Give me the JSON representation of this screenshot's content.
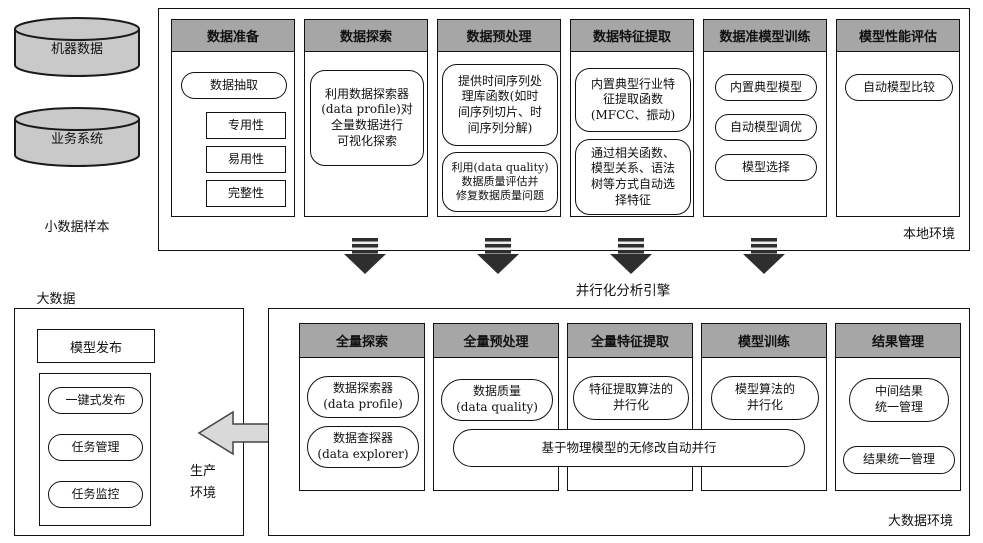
{
  "source": {
    "cylinders": [
      {
        "label": "机器数据"
      },
      {
        "label": "业务系统"
      }
    ],
    "caption": "小数据样本"
  },
  "local_env": {
    "corner_label": "本地环境",
    "columns": [
      {
        "header": "数据准备",
        "items": [
          "数据抽取",
          "专用性",
          "易用性",
          "完整性"
        ]
      },
      {
        "header": "数据探索",
        "items": [
          "利用数据探索器\n(data profile)对\n全量数据进行\n可视化探索"
        ]
      },
      {
        "header": "数据预处理",
        "items": [
          "提供时间序列处\n理库函数(如时\n间序列切片、时\n间序列分解)",
          "利用(data quality)\n数据质量评估并\n修复数据质量问题"
        ]
      },
      {
        "header": "数据特征提取",
        "items": [
          "内置典型行业特\n征提取函数\n(MFCC、振动)",
          "通过相关函数、\n模型关系、语法\n树等方式自动选\n择特征"
        ]
      },
      {
        "header": "数据准模型训练",
        "items": [
          "内置典型模型",
          "自动模型调优",
          "模型选择"
        ]
      },
      {
        "header": "模型性能评估",
        "items": [
          "自动模型比较"
        ]
      }
    ]
  },
  "engine_label": "并行化分析引擎",
  "production": {
    "caption": "大数据",
    "publish_label": "模型发布",
    "items": [
      "一键式发布",
      "任务管理",
      "任务监控"
    ],
    "corner_label": "生产\n环境"
  },
  "bigdata_env": {
    "corner_label": "大数据环境",
    "span_label": "基于物理模型的无修改自动并行",
    "columns": [
      {
        "header": "全量探索",
        "items": [
          "数据探索器\n(data profile)",
          "数据查探器\n(data explorer)"
        ]
      },
      {
        "header": "全量预处理",
        "items": [
          "数据质量\n(data quality)"
        ]
      },
      {
        "header": "全量特征提取",
        "items": [
          "特征提取算法的\n并行化"
        ]
      },
      {
        "header": "模型训练",
        "items": [
          "模型算法的\n并行化"
        ]
      },
      {
        "header": "结果管理",
        "items": [
          "中间结果\n统一管理",
          "结果统一管理"
        ]
      }
    ]
  },
  "colors": {
    "header_bg": "#a6a6a6",
    "cylinder_fill": "#c9c9c9",
    "arrow_dark": "#2e2e2e",
    "arrow_light": "#d9d9d9",
    "border": "#111111"
  }
}
